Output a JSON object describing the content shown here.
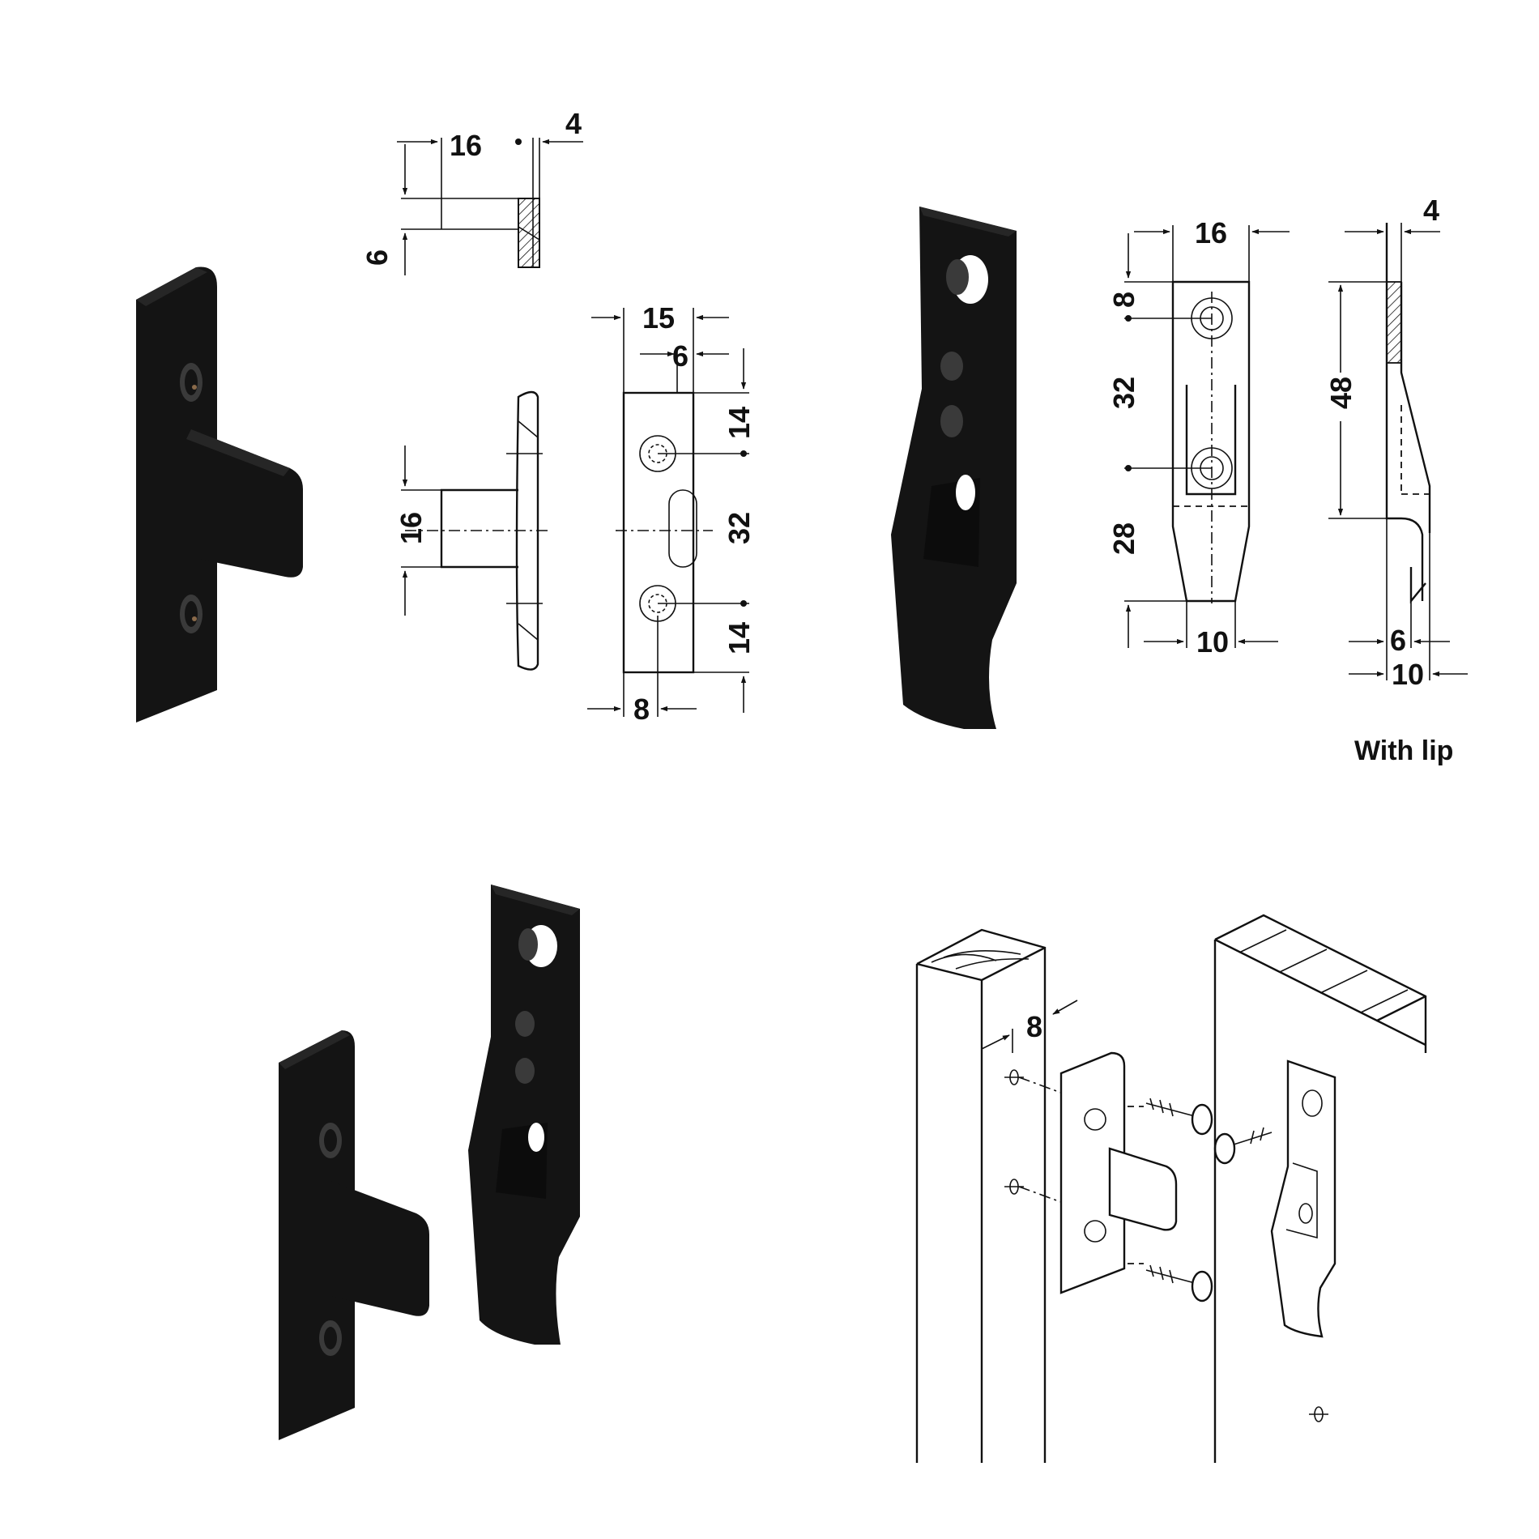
{
  "drawing1": {
    "top_view": {
      "width": "16",
      "thickness": "4",
      "height": "6"
    },
    "side_view": {
      "pin": "16"
    },
    "front_view": {
      "width": "15",
      "pin_offset": "6",
      "top": "14",
      "spacing": "32",
      "bottom": "14",
      "hole_offset": "8"
    }
  },
  "drawing2": {
    "front": {
      "width": "16",
      "top": "8",
      "spacing": "32",
      "bottom": "28",
      "tip": "10"
    },
    "side": {
      "thickness": "4",
      "height": "48",
      "lip": "6",
      "depth": "10"
    },
    "caption": "With lip"
  },
  "assembly": {
    "inset": "8"
  },
  "colors": {
    "part": "#141414",
    "line": "#111111",
    "background": "#ffffff"
  },
  "icons": [
    "dimension-arrow-icon",
    "screw-icon",
    "drill-mark-icon"
  ]
}
